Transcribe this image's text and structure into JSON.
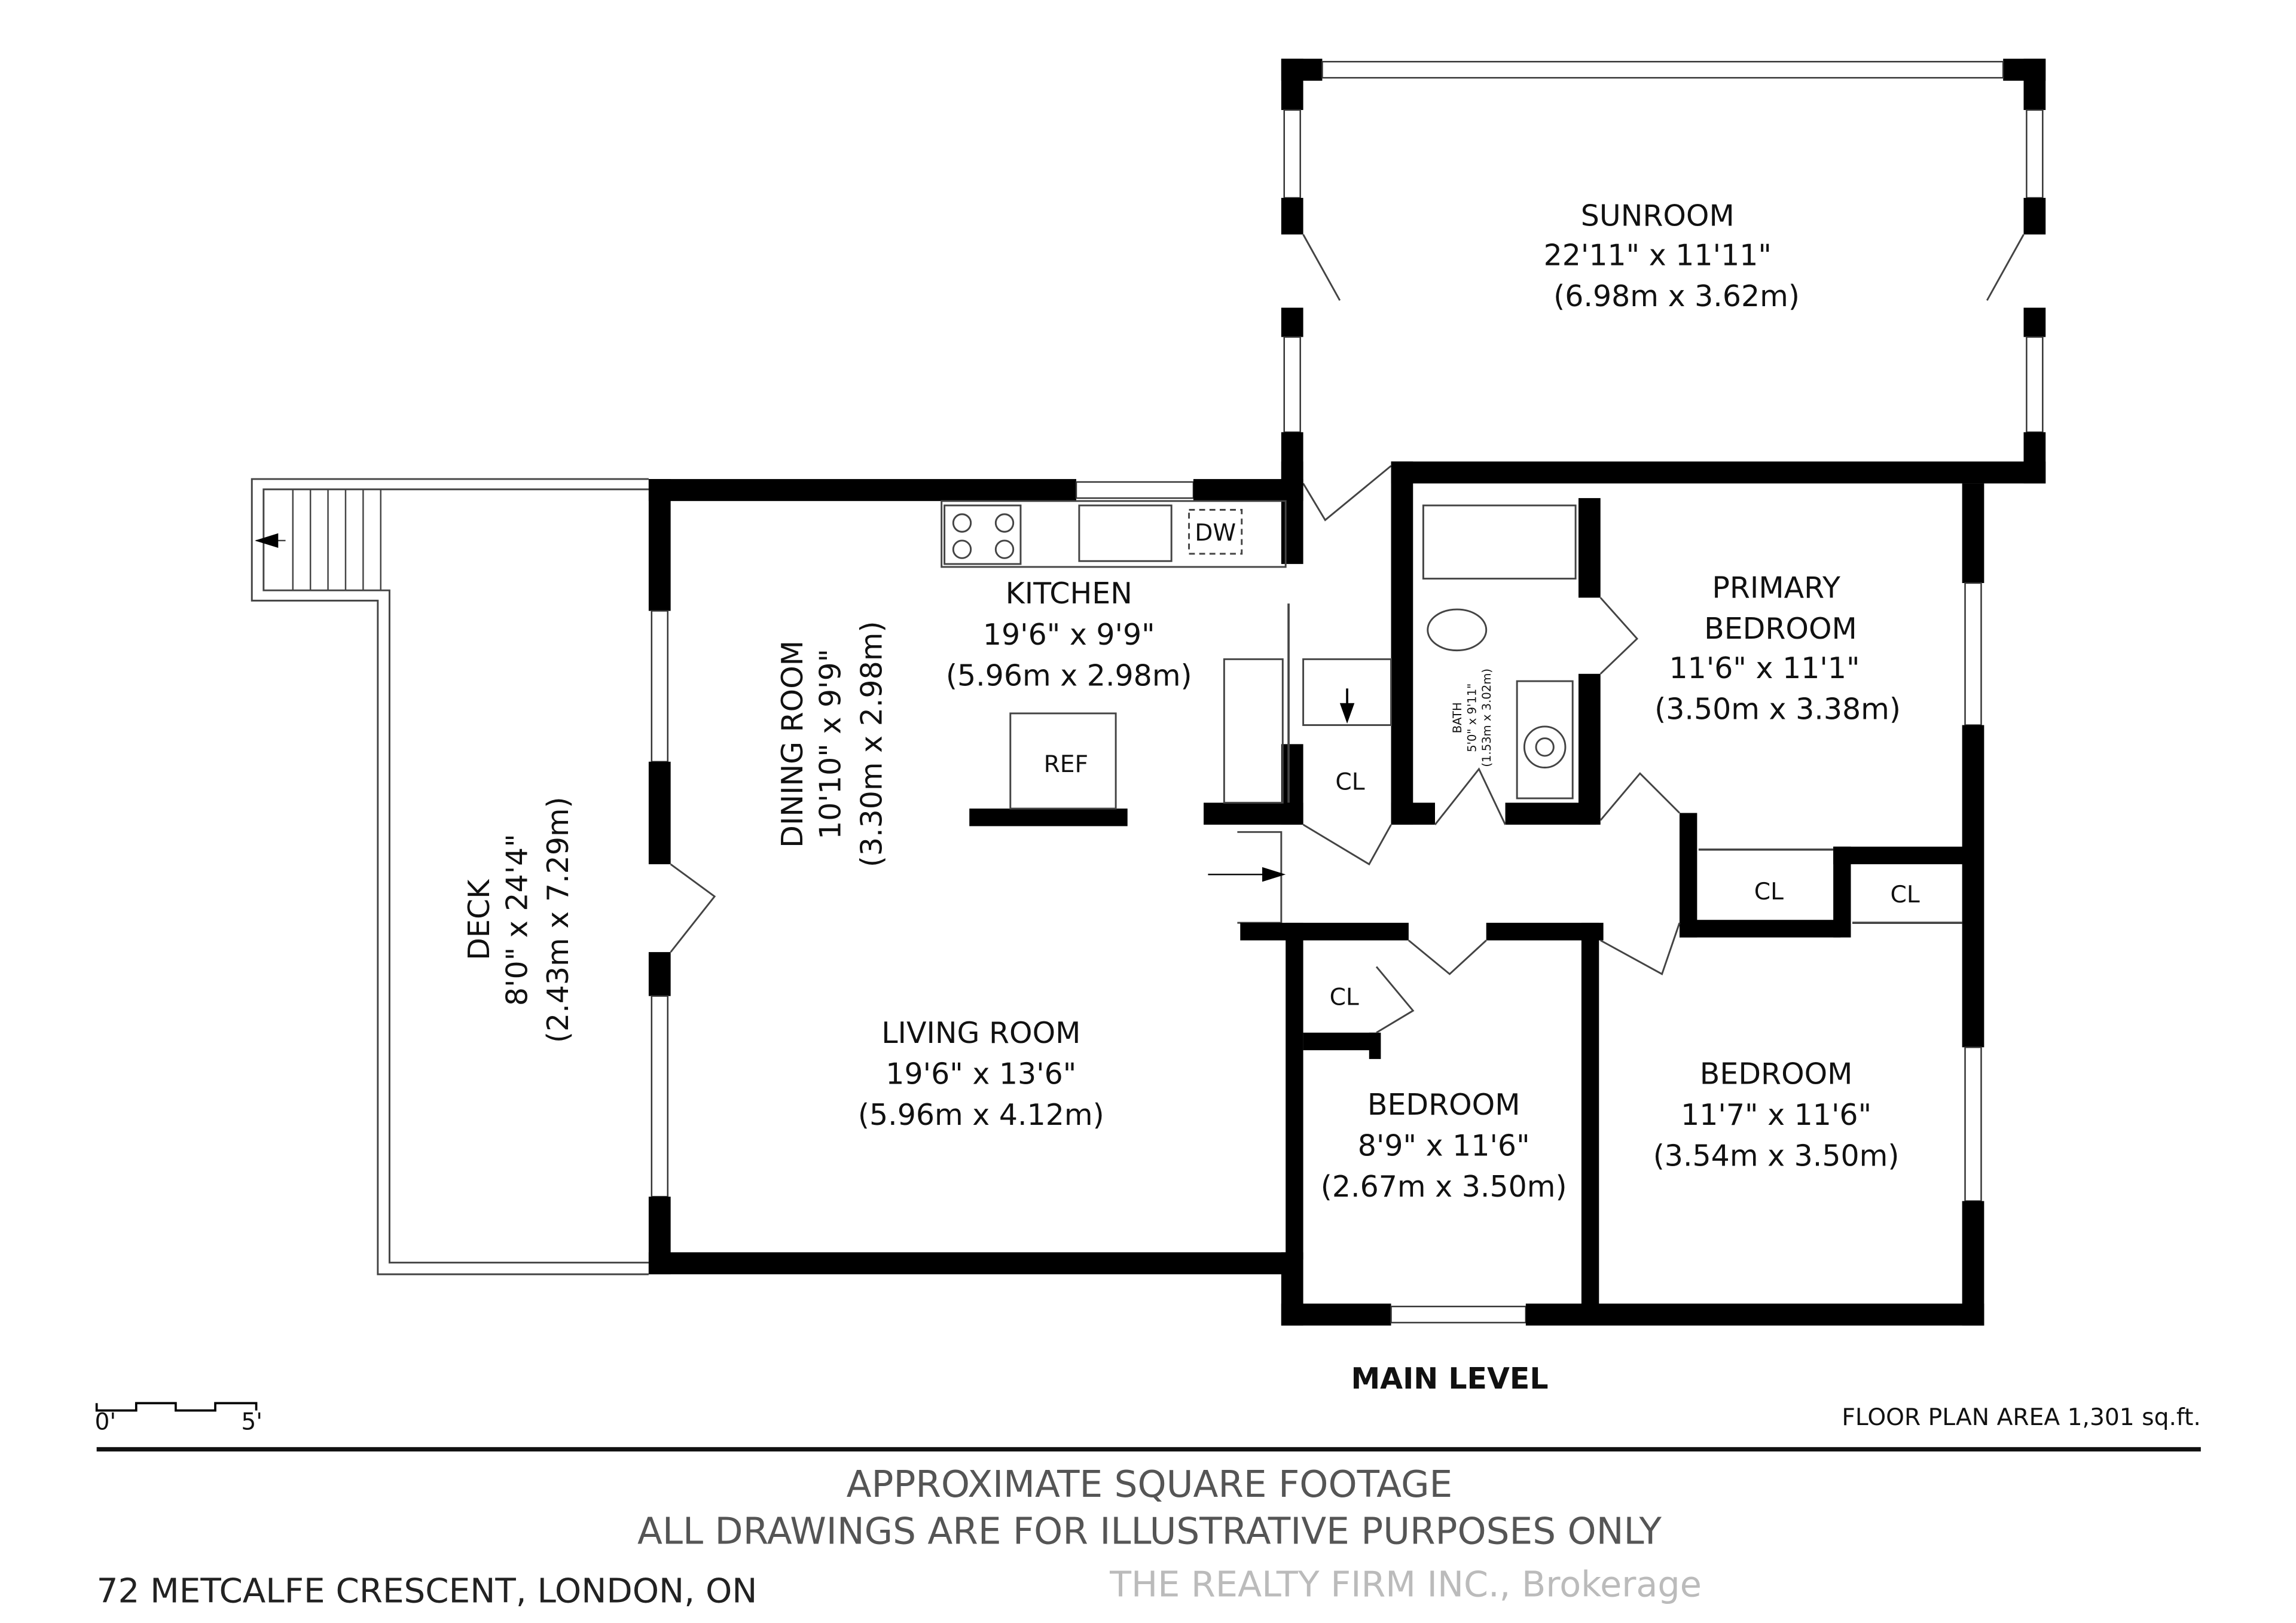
{
  "rooms": {
    "sunroom": {
      "name": "SUNROOM",
      "imperial": "22'11\" x 11'11\"",
      "metric": "(6.98m x 3.62m)"
    },
    "kitchen": {
      "name": "KITCHEN",
      "imperial": "19'6\" x 9'9\"",
      "metric": "(5.96m x 2.98m)"
    },
    "dining": {
      "name": "DINING ROOM",
      "imperial": "10'10\" x 9'9\"",
      "metric": "(3.30m x 2.98m)"
    },
    "living": {
      "name": "LIVING ROOM",
      "imperial": "19'6\" x 13'6\"",
      "metric": "(5.96m x 4.12m)"
    },
    "deck": {
      "name": "DECK",
      "imperial": "8'0\" x 24'4\"",
      "metric": "(2.43m x 7.29m)"
    },
    "bath": {
      "name": "BATH",
      "imperial": "5'0\" x 9'11\"",
      "metric": "(1.53m x 3.02m)"
    },
    "primary": {
      "name1": "PRIMARY",
      "name2": "BEDROOM",
      "imperial": "11'6\" x 11'1\"",
      "metric": "(3.50m x 3.38m)"
    },
    "bedroom2": {
      "name": "BEDROOM",
      "imperial": "8'9\" x 11'6\"",
      "metric": "(2.67m x 3.50m)"
    },
    "bedroom3": {
      "name": "BEDROOM",
      "imperial": "11'7\" x 11'6\"",
      "metric": "(3.54m x 3.50m)"
    }
  },
  "fixtures": {
    "dw": "DW",
    "ref": "REF",
    "closet": "CL"
  },
  "level": "MAIN LEVEL",
  "area": "FLOOR PLAN AREA 1,301 sq.ft.",
  "scale": {
    "start": "0'",
    "end": "5'"
  },
  "footer": {
    "line1": "APPROXIMATE SQUARE FOOTAGE",
    "line2": "ALL DRAWINGS ARE FOR ILLUSTRATIVE PURPOSES ONLY",
    "address": "72 METCALFE CRESCENT, LONDON, ON",
    "watermark": "THE REALTY FIRM INC., Brokerage"
  }
}
